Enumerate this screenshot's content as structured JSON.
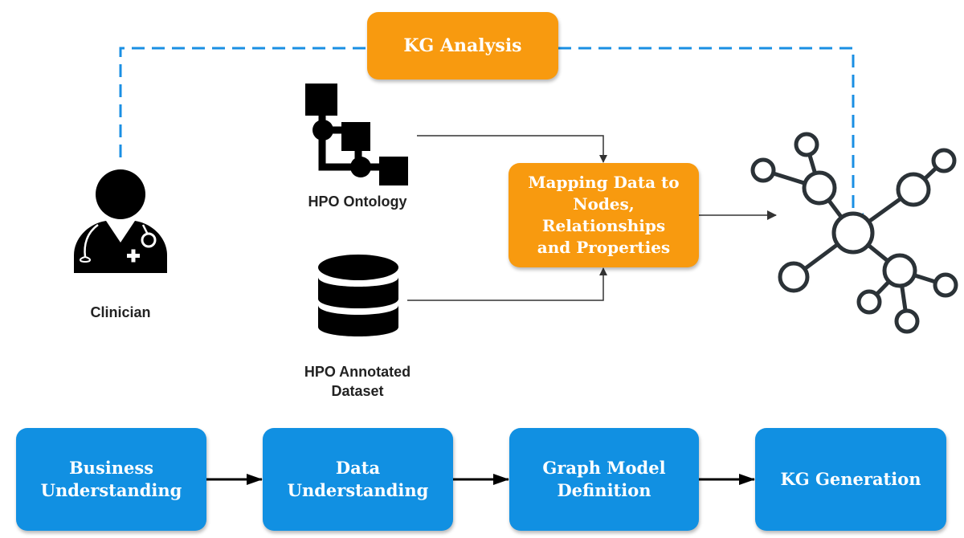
{
  "colors": {
    "orange": "#f89a0f",
    "blue": "#1190e2",
    "dashed_line": "#1a8fe3",
    "icon": "#000000",
    "network_icon": "#2b3237"
  },
  "icons": {
    "clinician": "doctor-icon",
    "hpo_ontology": "hierarchy-icon",
    "dataset": "database-icon",
    "knowledge_graph": "network-graph-icon"
  },
  "nodes": {
    "kg_analysis": "KG Analysis",
    "mapping": "Mapping Data to\nNodes,\nRelationships\nand Properties",
    "clinician": "Clinician",
    "hpo_ontology": "HPO Ontology",
    "hpo_dataset": "HPO Annotated\nDataset"
  },
  "pipeline": [
    {
      "label": "Business\nUnderstanding"
    },
    {
      "label": "Data\nUnderstanding"
    },
    {
      "label": "Graph Model\nDefinition"
    },
    {
      "label": "KG Generation"
    }
  ]
}
